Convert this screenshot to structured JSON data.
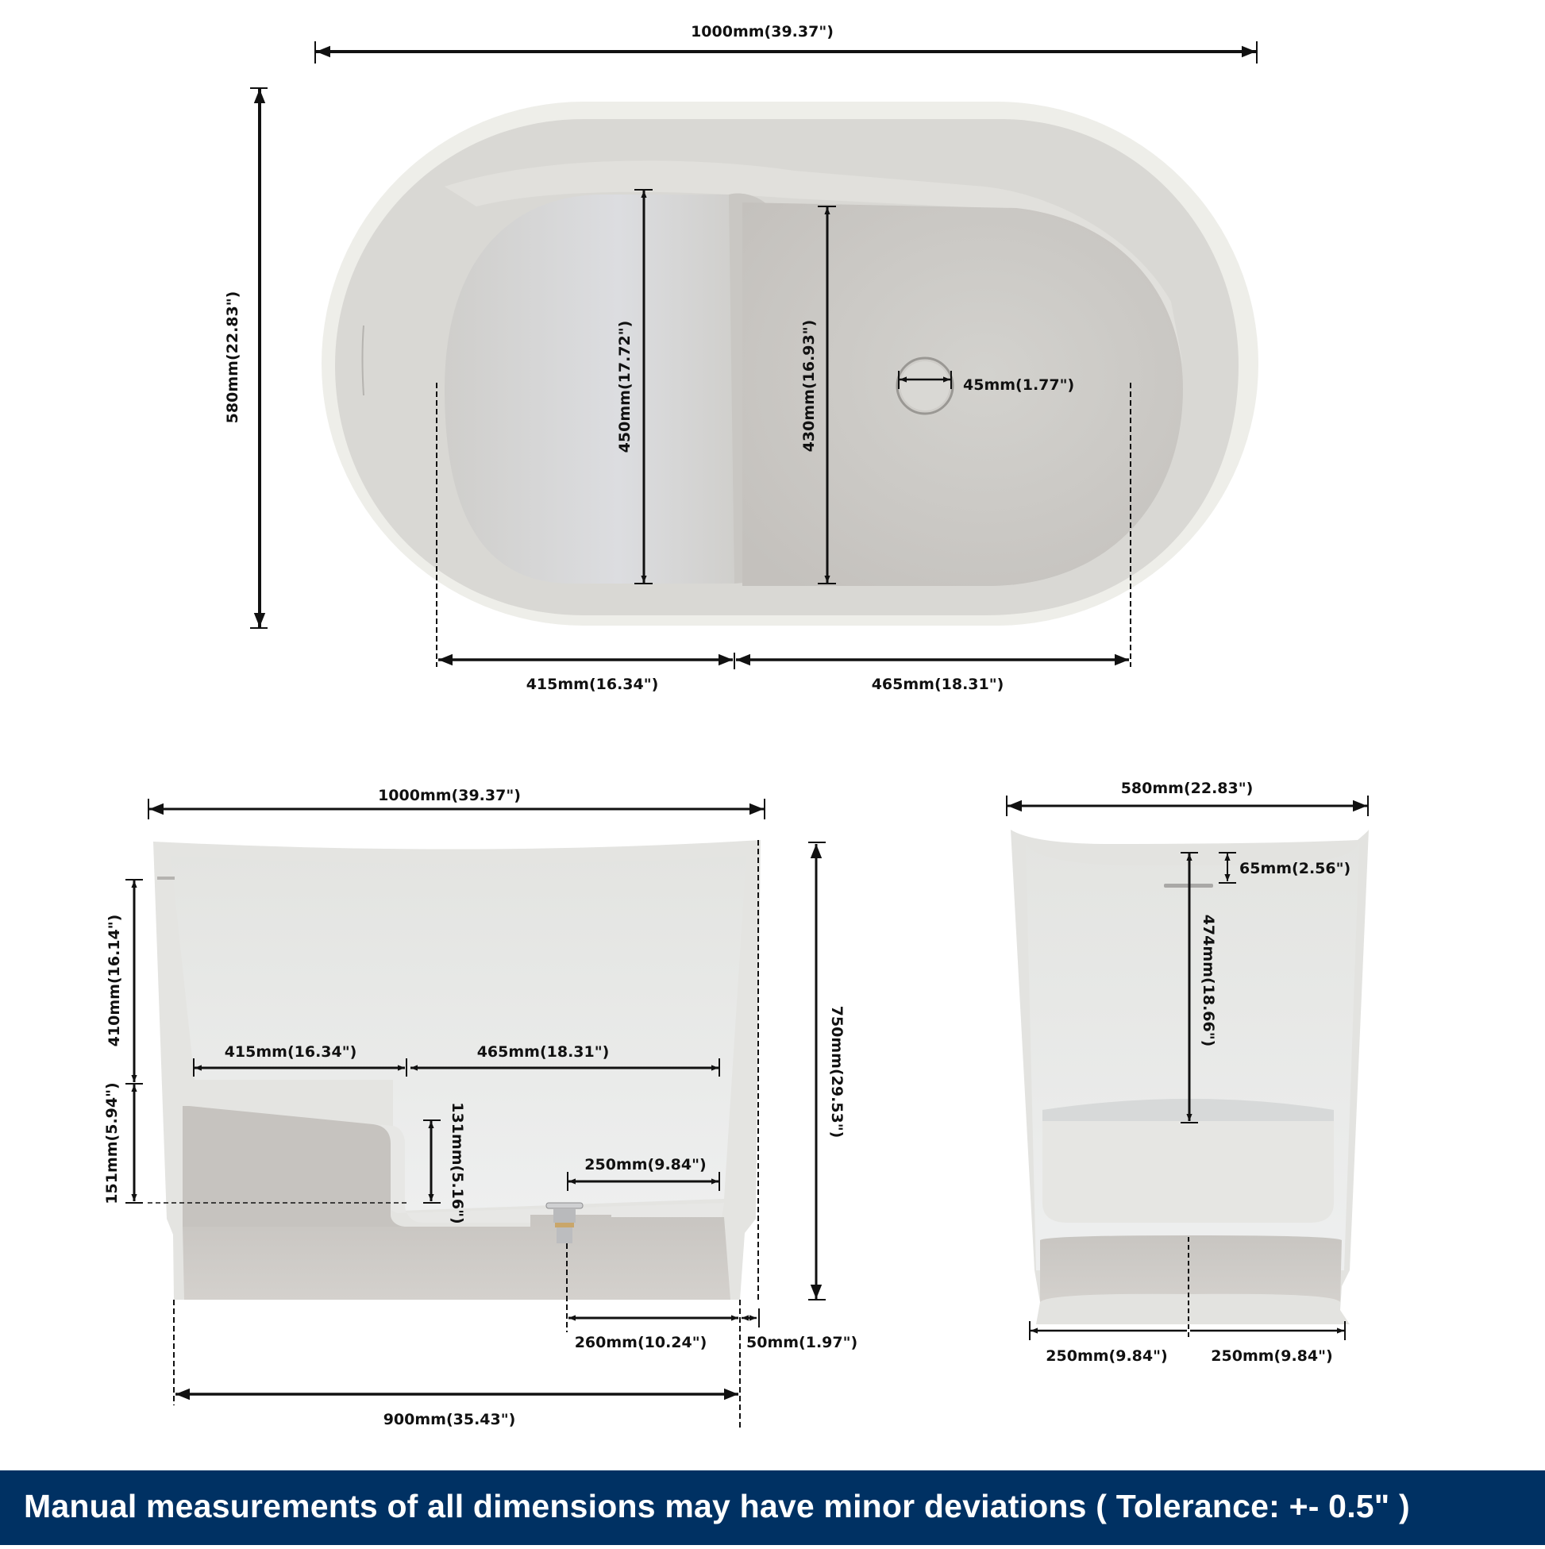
{
  "colors": {
    "background": "#ffffff",
    "tub_rim": "#eeeee9",
    "tub_inner": "#d9d8d4",
    "tub_shade": "#c6c3bf",
    "tub_light": "#e6e7e6",
    "dimension_line": "#111111",
    "footer_bg": "#003163",
    "footer_text": "#ffffff"
  },
  "top_view": {
    "overall_length": "1000mm(39.37\")",
    "overall_width": "580mm(22.83\")",
    "seat_depth": "450mm(17.72\")",
    "basin_depth": "430mm(16.93\")",
    "drain_diameter": "45mm(1.77\")",
    "seat_length": "415mm(16.34\")",
    "basin_length": "465mm(18.31\")"
  },
  "side_view": {
    "overall_length": "1000mm(39.37\")",
    "seat_height_upper": "410mm(16.14\")",
    "seat_height_lower": "151mm(5.94\")",
    "seat_length": "415mm(16.34\")",
    "basin_length": "465mm(18.31\")",
    "step_height": "131mm(5.16\")",
    "drain_to_wall": "250mm(9.84\")",
    "overall_height": "750mm(29.53\")",
    "drain_offset": "260mm(10.24\")",
    "base_inset": "50mm(1.97\")",
    "base_length": "900mm(35.43\")"
  },
  "end_view": {
    "overall_width": "580mm(22.83\")",
    "overflow_depth": "65mm(2.56\")",
    "seat_to_rim": "474mm(18.66\")",
    "half_width_left": "250mm(9.84\")",
    "half_width_right": "250mm(9.84\")"
  },
  "footer": {
    "disclaimer": "Manual measurements of all dimensions may have minor deviations ( Tolerance: +- 0.5\"  )"
  }
}
